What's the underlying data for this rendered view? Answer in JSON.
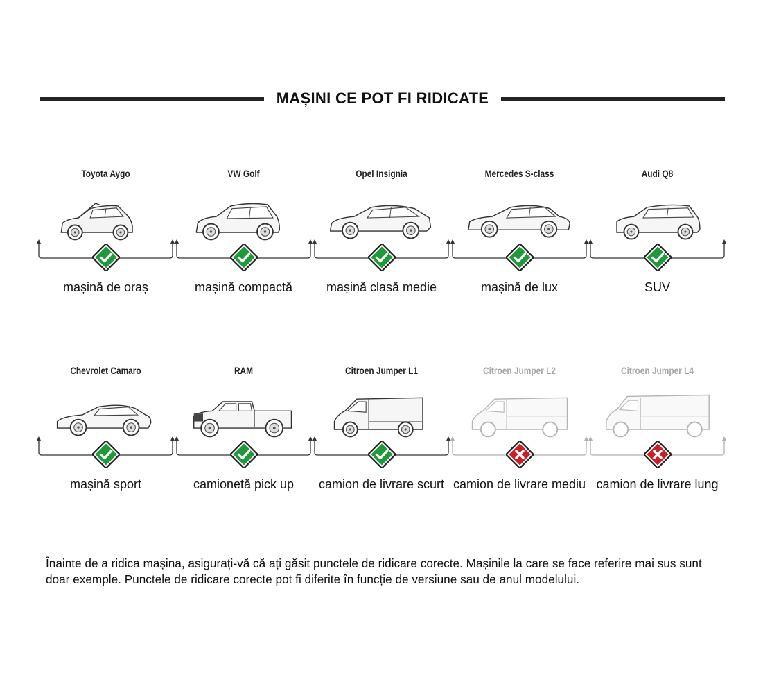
{
  "title": "MAȘINI CE POT FI RIDICATE",
  "rows": [
    [
      {
        "model": "Toyota Aygo",
        "label": "mașină de oraș",
        "status": "ok",
        "car_icon": "hatchback-open-hood-icon"
      },
      {
        "model": "VW Golf",
        "label": "mașină compactă",
        "status": "ok",
        "car_icon": "hatchback-icon"
      },
      {
        "model": "Opel Insignia",
        "label": "mașină clasă medie",
        "status": "ok",
        "car_icon": "liftback-icon"
      },
      {
        "model": "Mercedes S-class",
        "label": "mașină de lux",
        "status": "ok",
        "car_icon": "sedan-icon"
      },
      {
        "model": "Audi Q8",
        "label": "SUV",
        "status": "ok",
        "car_icon": "suv-icon"
      }
    ],
    [
      {
        "model": "Chevrolet Camaro",
        "label": "mașină sport",
        "status": "ok",
        "car_icon": "coupe-icon"
      },
      {
        "model": "RAM",
        "label": "camionetă  pick up",
        "status": "ok",
        "car_icon": "pickup-icon"
      },
      {
        "model": "Citroen Jumper L1",
        "label": "camion de livrare scurt",
        "status": "ok",
        "car_icon": "van-short-icon"
      },
      {
        "model": "Citroen Jumper L2",
        "label": "camion de livrare mediu",
        "status": "no",
        "car_icon": "van-medium-icon"
      },
      {
        "model": "Citroen Jumper L4",
        "label": "camion de livrare lung",
        "status": "no",
        "car_icon": "van-long-icon"
      }
    ]
  ],
  "note": "Înainte de a ridica mașina, asigurați-vă că ați găsit punctele de ridicare corecte. Mașinile la care se face referire mai sus sunt doar exemple. Punctele de ridicare corecte pot fi diferite în funcție de versiune sau de anul modelului.",
  "colors": {
    "ok": "#1f9a3a",
    "no": "#c8202a",
    "line": "#333333",
    "dim": "#b0b0b0"
  }
}
